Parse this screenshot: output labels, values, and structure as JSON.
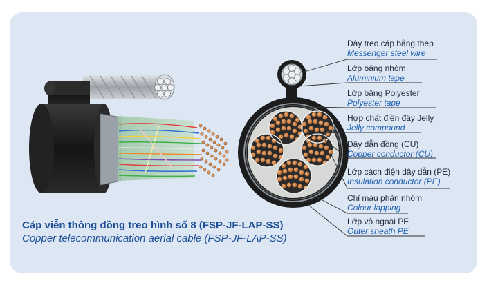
{
  "title": {
    "vietnamese": "Cáp viễn thông đồng treo hình số 8 (FSP-JF-LAP-SS)",
    "english": "Copper telecommunication aerial cable (FSP-JF-LAP-SS)"
  },
  "callouts": [
    {
      "vi": "Dây treo cáp bằng thép",
      "en": "Messenger steel wire"
    },
    {
      "vi": "Lớp băng nhôm",
      "en": "Aluminium tape"
    },
    {
      "vi": "Lớp băng Polyester",
      "en": "Polyester tape"
    },
    {
      "vi": "Hợp chất điền đầy Jelly",
      "en": "Jelly compound"
    },
    {
      "vi": "Dây dẫn đồng (CU)",
      "en": "Copper conductor (CU)"
    },
    {
      "vi": "Lớp cách điện dây dẫn (PE)",
      "en": "Insulation conductor (PE)"
    },
    {
      "vi": "Chỉ màu phân nhóm",
      "en": "Colour lapping"
    },
    {
      "vi": "Lớp vỏ ngoài PE",
      "en": "Outer sheath PE"
    }
  ],
  "colors": {
    "panel": "#dde7f4",
    "title": "#1f4f95",
    "callout_en": "#1f5fb0",
    "sheath": "#1c1c1c",
    "copper": "#c4773a",
    "steel": "#b8bcc2"
  }
}
